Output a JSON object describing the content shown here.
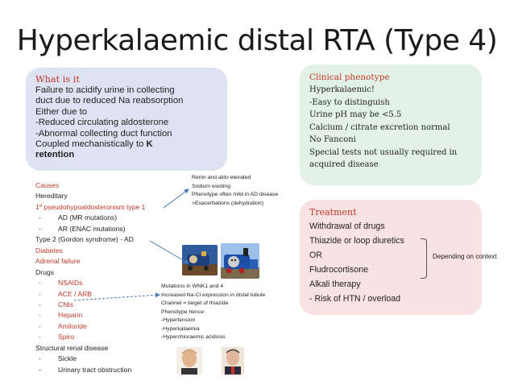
{
  "title": "Hyperkalaemic distal RTA (Type 4)",
  "what_is_it": {
    "heading": "What is it",
    "lines": [
      "Failure to acidify urine in collecting",
      "duct due to reduced Na reabsorption",
      "Either due to",
      "-Reduced circulating aldosterone",
      "-Abnormal collecting duct function",
      "Coupled mechanistically to"
    ],
    "bold_k": "K",
    "bold_retention": "retention"
  },
  "clinical": {
    "heading": "Clinical phenotype",
    "lines": [
      "Hyperkalaemic!",
      "-Easy to distinguish",
      "Urine pH may be <5.5",
      "Calcium / citrate excretion normal",
      "No Fanconi",
      "Special tests not usually required in",
      "acquired disease"
    ]
  },
  "treatment": {
    "heading": "Treatment",
    "lines": [
      "Withdrawal of drugs",
      "Thiazide or loop diuretics",
      "OR",
      "Fludrocortisone",
      "Alkali therapy",
      "- Risk of HTN / overload"
    ],
    "context_note": "Depending on context"
  },
  "causes": {
    "heading": "Causes",
    "hereditary": "Hereditary",
    "pha1": "1º pseudohypoaldosteronism  type 1",
    "ad_mr": "AD (MR mutations)",
    "ar_enac": "AR (ENAC mutations)",
    "type2": "Type 2 (Gordon syndrome) - AD",
    "diabetes": "Diabetes",
    "adrenal": "Adrenal failure",
    "drugs": "Drugs",
    "drug_items": [
      "NSAIDs",
      "ACE / ARB",
      "CNIs",
      "Heparin",
      "Amiloride",
      "Spiro"
    ],
    "structural": "Structural renal disease",
    "structural_items": [
      "Sickle",
      "Urinary tract obstruction"
    ],
    "dash": "-"
  },
  "renin_note": [
    "Renin and aldo elevated",
    "Sodium wasting",
    "Phenotype often mild in AD disease",
    ">Exacerbations (dehydration)"
  ],
  "wnk_note": [
    "Mutations in WNK1 and 4",
    "Increased Na-Cl expression in distal tubule",
    "Channel = target of thiazide",
    "Phenotype hence",
    "-Hypertension",
    "-Hyperkalaemia",
    "-Hyperchloraemic acidosis"
  ],
  "colors": {
    "accent_red": "#c0392b",
    "what_bg": "#dde3f2",
    "clinical_bg": "#e3f2e6",
    "treatment_bg": "#f9e2e2",
    "arrow_blue": "#4a7ab5"
  }
}
